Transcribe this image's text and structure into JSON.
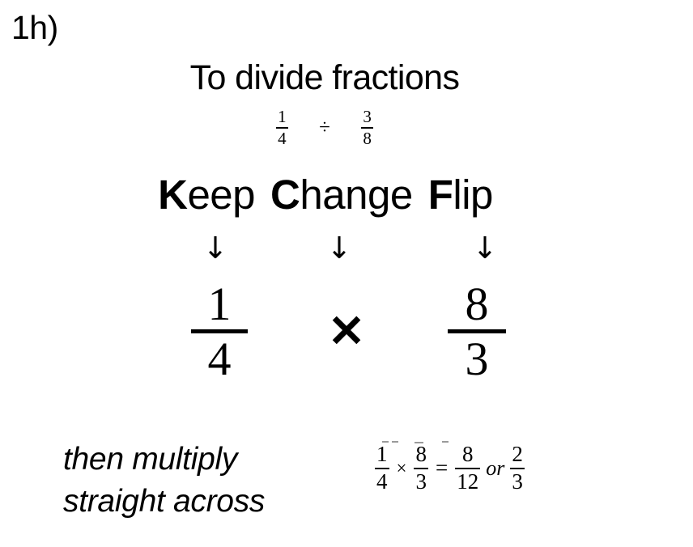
{
  "problem": {
    "label": "1h)"
  },
  "title": {
    "text": "To divide fractions"
  },
  "division_example": {
    "left_fraction": {
      "numerator": "1",
      "denominator": "4"
    },
    "operator": "÷",
    "right_fraction": {
      "numerator": "3",
      "denominator": "8"
    }
  },
  "mnemonic": {
    "keep": {
      "cap": "K",
      "rest": "eep"
    },
    "change": {
      "cap": "C",
      "rest": "hange"
    },
    "flip": {
      "cap": "F",
      "rest": "lip"
    }
  },
  "arrows": {
    "glyph": "↓",
    "keep_label": "down-arrow-keep",
    "change_label": "down-arrow-change",
    "flip_label": "down-arrow-flip"
  },
  "multiplication_example": {
    "left_fraction": {
      "numerator": "1",
      "denominator": "4"
    },
    "operator": "✕",
    "right_fraction": {
      "numerator": "8",
      "denominator": "3"
    }
  },
  "note": {
    "line1": "then multiply",
    "line2": "straight across"
  },
  "result_equation": {
    "first": {
      "numerator": "1",
      "denominator": "4"
    },
    "times": "×",
    "second": {
      "numerator": "8",
      "denominator": "3"
    },
    "equals": "=",
    "product": {
      "numerator": "8",
      "denominator": "12"
    },
    "or": "or",
    "simplified": {
      "numerator": "2",
      "denominator": "3"
    }
  },
  "colors": {
    "background": "#ffffff",
    "ink": "#000000",
    "artifact": "#9a9a9a"
  }
}
